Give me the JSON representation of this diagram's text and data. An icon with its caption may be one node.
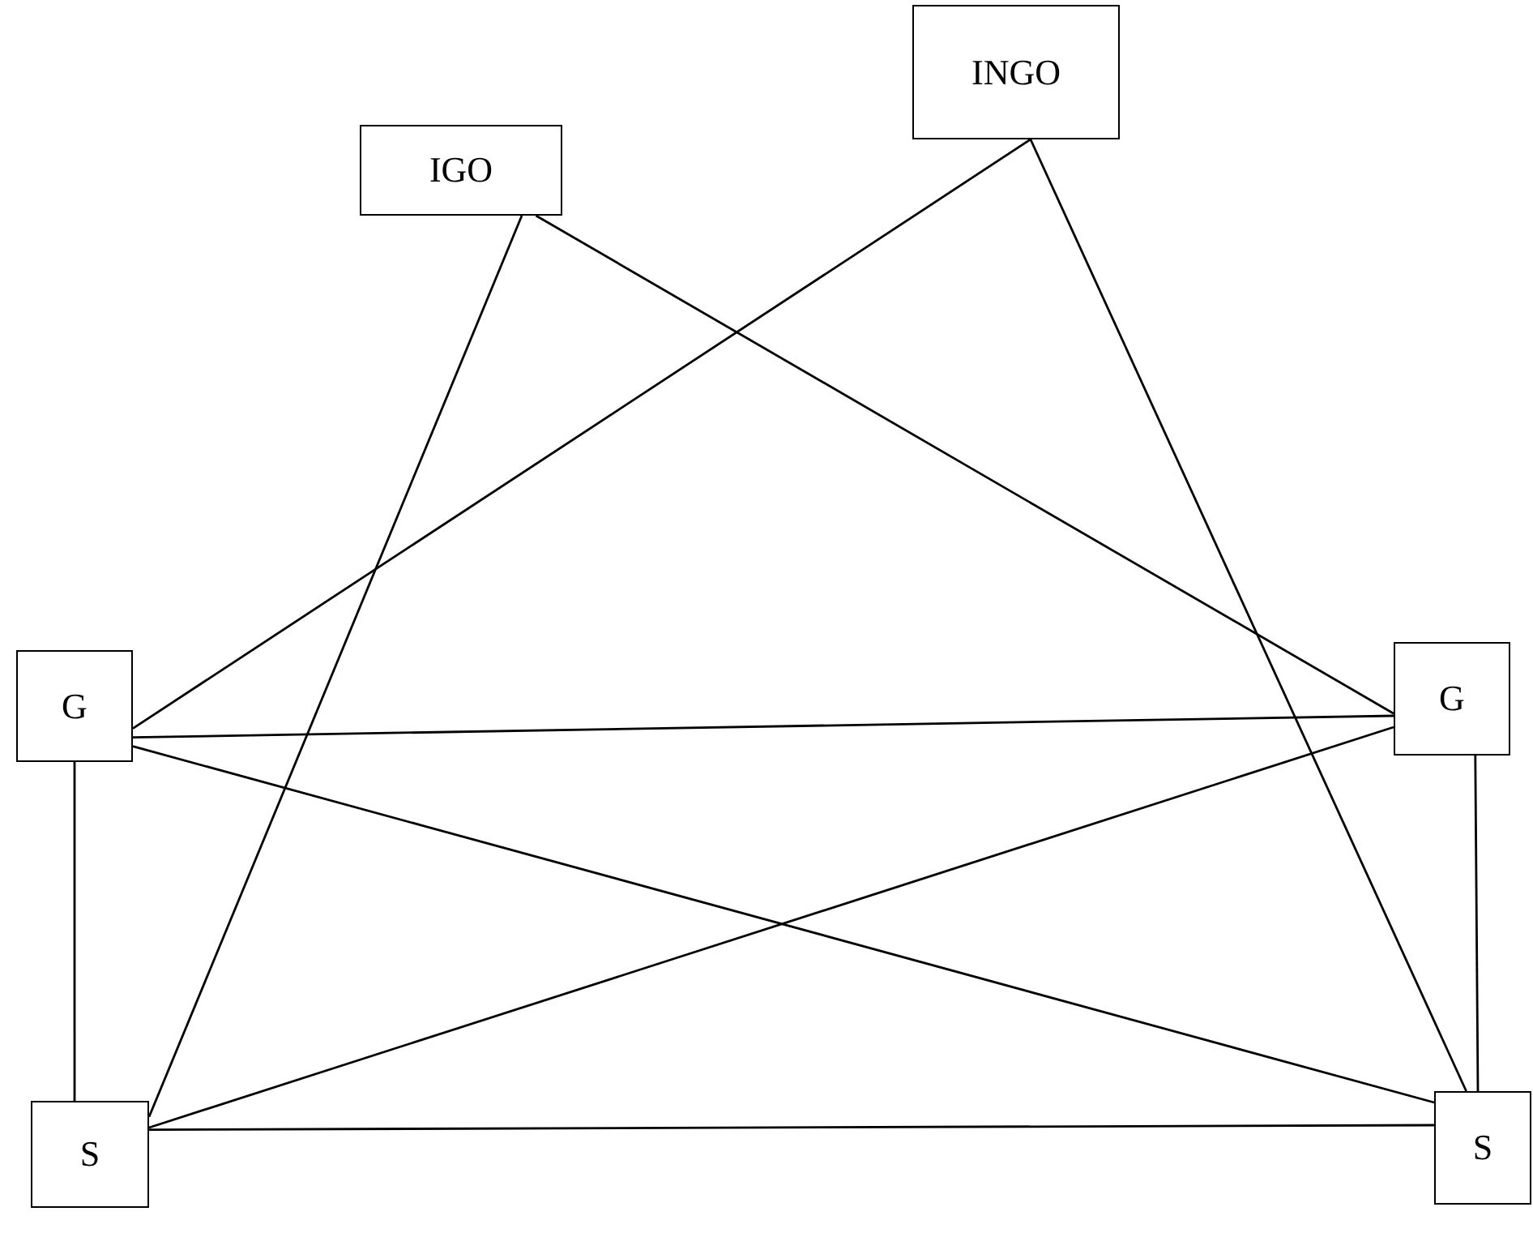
{
  "diagram": {
    "nodes": [
      {
        "text": [
          "IGO"
        ]
      },
      {
        "text": [
          "INGO"
        ]
      },
      {
        "text": [
          "G"
        ]
      },
      {
        "text": [
          "G"
        ]
      },
      {
        "text": [
          "S"
        ]
      },
      {
        "text": [
          "S"
        ]
      }
    ],
    "edges": [
      {
        "from": 0,
        "to": 4,
        "arrow": "none"
      },
      {
        "from": 0,
        "to": 3,
        "arrow": "none"
      },
      {
        "from": 1,
        "to": 2,
        "arrow": "none"
      },
      {
        "from": 1,
        "to": 5,
        "arrow": "none"
      },
      {
        "from": 2,
        "to": 3,
        "arrow": "none"
      },
      {
        "from": 2,
        "to": 5,
        "arrow": "none"
      },
      {
        "from": 2,
        "to": 4,
        "arrow": "none"
      },
      {
        "from": 3,
        "to": 4,
        "arrow": "none"
      },
      {
        "from": 3,
        "to": 5,
        "arrow": "none"
      },
      {
        "from": 4,
        "to": 5,
        "arrow": "none"
      }
    ]
  }
}
